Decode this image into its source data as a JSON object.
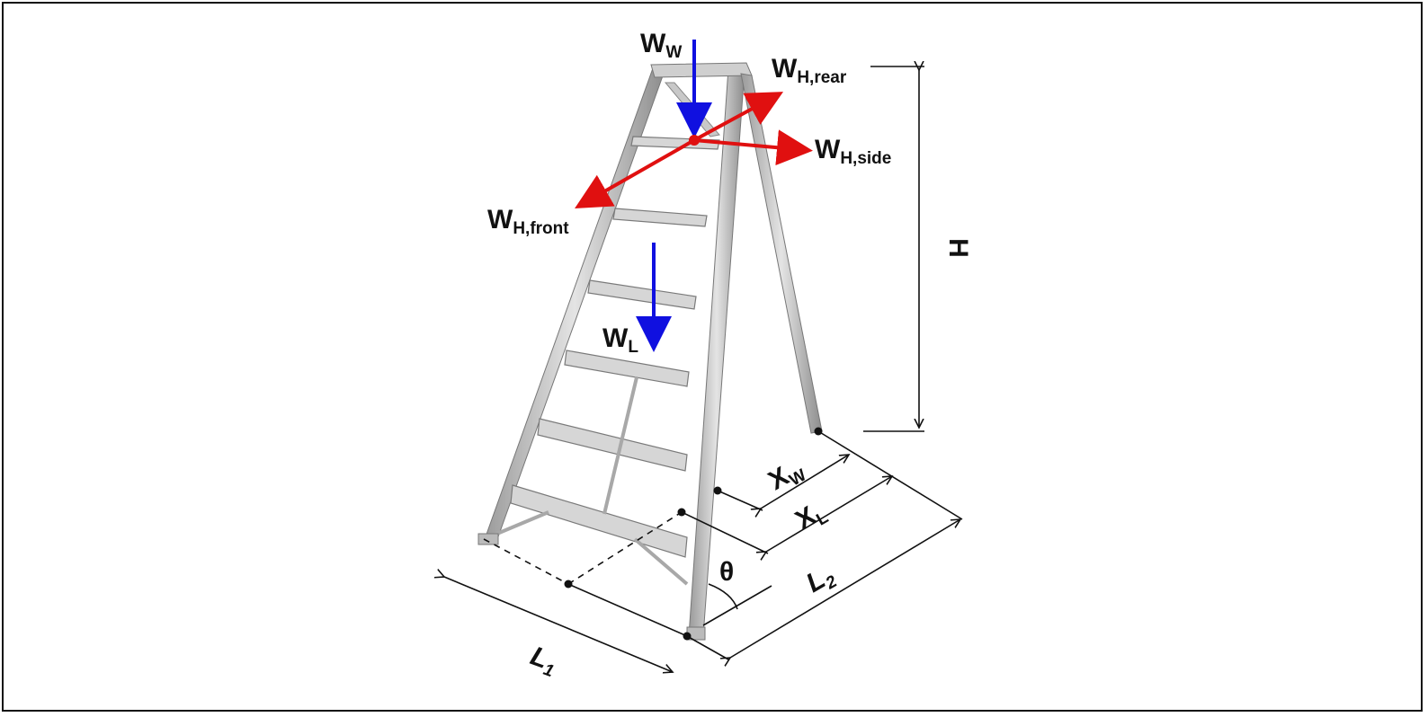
{
  "labels": {
    "ww": {
      "main": "W",
      "sub": "W"
    },
    "wh_rear": {
      "main": "W",
      "sub": "H,rear"
    },
    "wh_side": {
      "main": "W",
      "sub": "H,side"
    },
    "wh_front": {
      "main": "W",
      "sub": "H,front"
    },
    "wl": {
      "main": "W",
      "sub": "L"
    },
    "h": "H",
    "xw": {
      "main": "X",
      "sub": "W"
    },
    "xl": {
      "main": "X",
      "sub": "L"
    },
    "l1": {
      "main": "L",
      "sub": "1"
    },
    "l2": {
      "main": "L",
      "sub": "2"
    },
    "theta": "θ"
  },
  "colors": {
    "vertical_load": "#1010e0",
    "horizontal_load": "#e01010",
    "dimension": "#111111",
    "ladder_metal": "#b8b8b8"
  }
}
